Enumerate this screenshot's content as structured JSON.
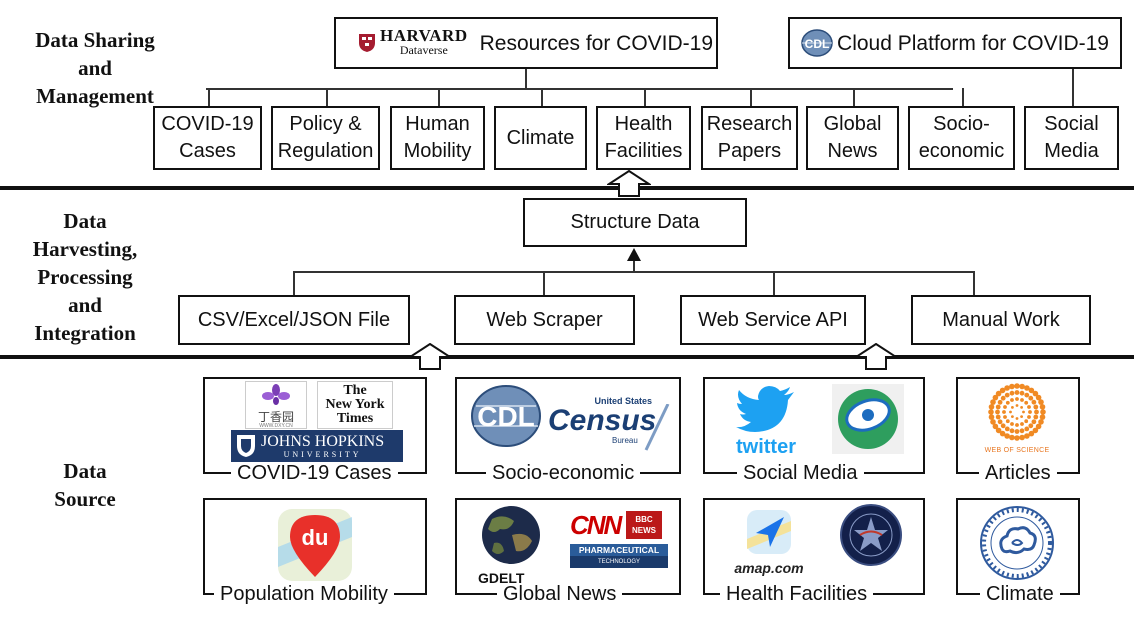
{
  "sections": {
    "sharing": [
      "Data Sharing",
      "and",
      "Management"
    ],
    "harvesting": [
      "Data",
      "Harvesting,",
      "Processing",
      "and",
      "Integration"
    ],
    "source": [
      "Data",
      "Source"
    ]
  },
  "platforms": {
    "harvard": {
      "logo_text": "HARVARD",
      "logo_sub": "Dataverse",
      "title": "Resources for COVID-19"
    },
    "cdl": {
      "logo_text": "CDL",
      "title": "Cloud Platform for COVID-19"
    }
  },
  "categories": [
    "COVID-19\nCases",
    "Policy &\nRegulation",
    "Human\nMobility",
    "Climate",
    "Health\nFacilities",
    "Research\nPapers",
    "Global\nNews",
    "Socio-\neconomic",
    "Social\nMedia"
  ],
  "structure_data": "Structure Data",
  "methods": [
    "CSV/Excel/JSON File",
    "Web Scraper",
    "Web Service API",
    "Manual Work"
  ],
  "sources": {
    "covid_cases": {
      "label": "COVID-19 Cases",
      "logos": {
        "dxy_name": "丁香园",
        "dxy_url": "WWW.DXY.CN",
        "nyt": [
          "The",
          "New York",
          "Times"
        ],
        "jhu": "JOHNS HOPKINS",
        "jhu_sub": "UNIVERSITY"
      }
    },
    "socio": {
      "label": "Socio-economic",
      "logos": {
        "cdl": "CDL",
        "census_top": "United States",
        "census": "Census",
        "census_sub": "Bureau"
      }
    },
    "social": {
      "label": "Social Media",
      "logos": {
        "twitter": "twitter"
      }
    },
    "articles": {
      "label": "Articles",
      "logos": {
        "wos": "WEB OF SCIENCE"
      }
    },
    "mobility": {
      "label": "Population Mobility",
      "logos": {
        "baidu": "du"
      }
    },
    "news": {
      "label": "Global News",
      "logos": {
        "gdelt": "GDELT",
        "cnn": "CNN",
        "bbc1": "BBC",
        "bbc2": "NEWS",
        "pharma": "PHARMACEUTICAL",
        "pharma_sub": "TECHNOLOGY"
      }
    },
    "health": {
      "label": "Health Facilities",
      "logos": {
        "amap": "amap.com"
      }
    },
    "climate": {
      "label": "Climate"
    }
  }
}
